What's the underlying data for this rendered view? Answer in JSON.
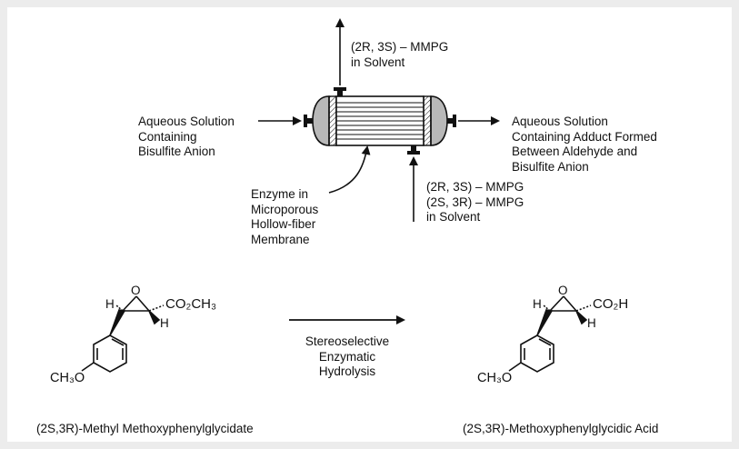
{
  "colors": {
    "background": "#ececec",
    "panel": "#ffffff",
    "line": "#111111",
    "endcap_fill": "#b8b8b8"
  },
  "reactor": {
    "top_outlet_label": [
      "(2R, 3S) – MMPG",
      "in Solvent"
    ],
    "left_inlet_label": [
      "Aqueous Solution",
      "Containing",
      "Bisulfite Anion"
    ],
    "right_outlet_label": [
      "Aqueous Solution",
      "Containing Adduct Formed",
      "Between Aldehyde and",
      "Bisulfite Anion"
    ],
    "bottom_inlet_label": [
      "(2R, 3S) – MMPG",
      "(2S, 3R) – MMPG",
      "in Solvent"
    ],
    "enzyme_label": [
      "Enzyme in",
      "Microporous",
      "Hollow-fiber",
      "Membrane"
    ]
  },
  "reaction": {
    "reactant": {
      "h_top": "H",
      "ring_oxygen": "O",
      "h_bottom": "H",
      "substituent": "CO₂CH₃",
      "methoxy": "CH₃O",
      "name": "(2S,3R)-Methyl Methoxyphenylglycidate"
    },
    "conditions": [
      "Stereoselective",
      "Enzymatic",
      "Hydrolysis"
    ],
    "product": {
      "h_top": "H",
      "ring_oxygen": "O",
      "h_bottom": "H",
      "substituent": "CO₂H",
      "methoxy": "CH₃O",
      "name": "(2S,3R)-Methoxyphenylglycidic Acid"
    }
  }
}
